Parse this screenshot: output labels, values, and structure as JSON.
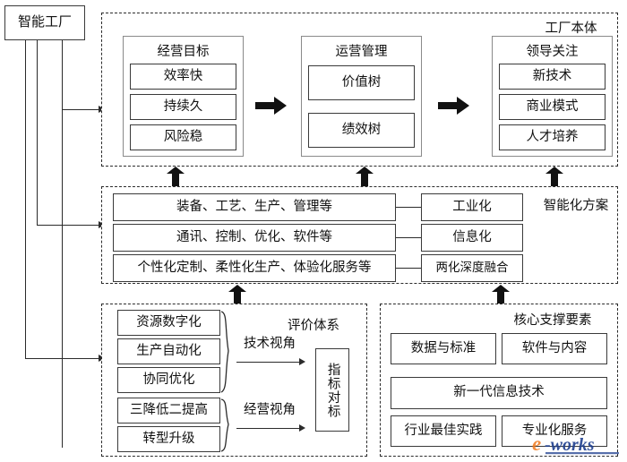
{
  "diagram": {
    "title": "智能工厂",
    "root": {
      "label": "智能工厂"
    },
    "sections": {
      "factory_body": {
        "title": "工厂本体",
        "groups": [
          {
            "heading": "经营目标",
            "items": [
              "效率快",
              "持续久",
              "风险稳"
            ]
          },
          {
            "heading": "运营管理",
            "items": [
              "价值树",
              "绩效树"
            ]
          },
          {
            "heading": "领导关注",
            "items": [
              "新技术",
              "商业模式",
              "人才培养"
            ]
          }
        ],
        "flow_arrows": [
          "arrow-right",
          "arrow-right"
        ]
      },
      "smart_solution": {
        "title": "智能化方案",
        "rows": [
          {
            "left": "装备、工艺、生产、管理等",
            "right": "工业化"
          },
          {
            "left": "通讯、控制、优化、软件等",
            "right": "信息化"
          },
          {
            "left": "个性化定制、柔性化生产、体验化服务等",
            "right": "两化深度融合"
          }
        ]
      },
      "evaluation_system": {
        "title": "评价体系",
        "tech_view": {
          "label": "技术视角",
          "items": [
            "资源数字化",
            "生产自动化",
            "协同优化"
          ]
        },
        "business_view": {
          "label": "经营视角",
          "items": [
            "三降低二提高",
            "转型升级"
          ]
        },
        "target": "指标对标"
      },
      "core_support": {
        "title": "核心支撑要素",
        "top_row": [
          "数据与标准",
          "软件与内容"
        ],
        "middle": "新一代信息技术",
        "bottom_row": [
          "行业最佳实践",
          "专业化服务"
        ]
      }
    },
    "watermark": {
      "text": "e-works"
    },
    "colors": {
      "box_border": "#3a3a3a",
      "dashed_border": "#2b2b2b",
      "outer_border": "#8a8a8a",
      "arrow": "#111111",
      "background": "#ffffff",
      "watermark_orange": "#f07a1e",
      "watermark_blue": "#1f3f8f"
    }
  }
}
